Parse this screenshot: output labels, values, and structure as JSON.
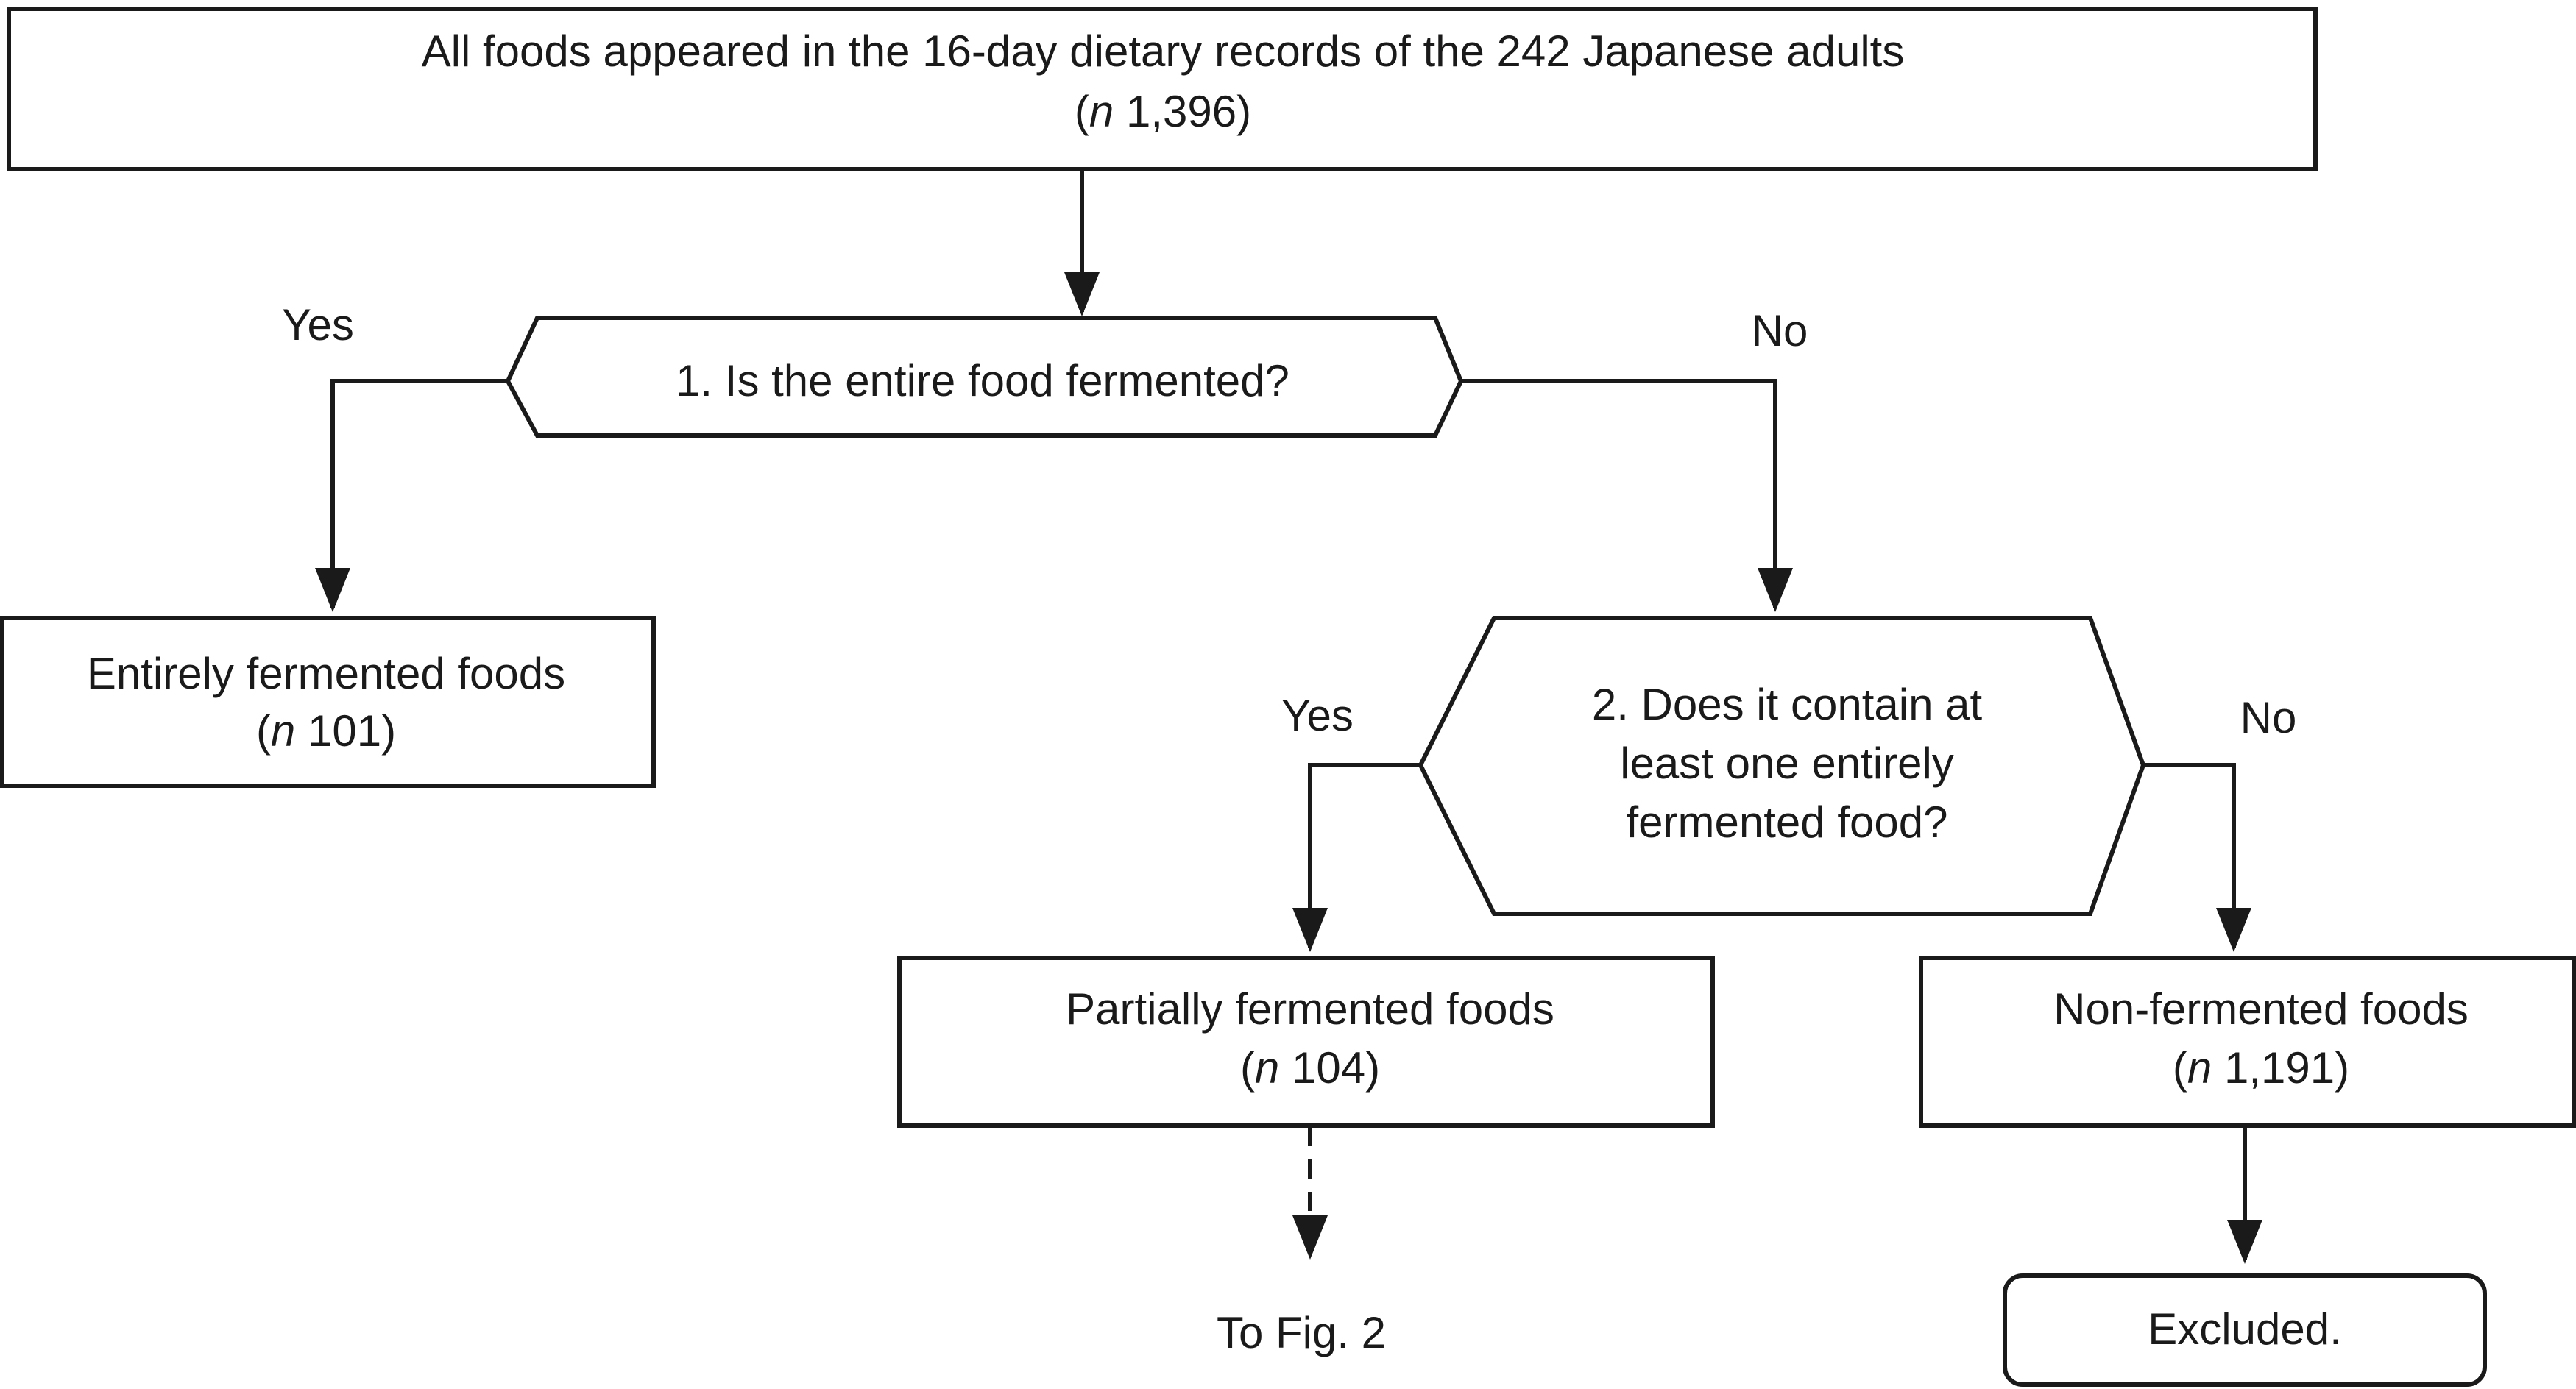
{
  "nodes": {
    "all_foods": {
      "line1": "All foods appeared in the 16-day dietary records of the 242 Japanese adults",
      "n_prefix": "(",
      "n_symbol": "n",
      "n_value": " 1,396)"
    },
    "q1": {
      "text": "1. Is the entire food fermented?"
    },
    "entirely": {
      "line1": "Entirely fermented foods",
      "n_prefix": "(",
      "n_symbol": "n",
      "n_value": " 101)"
    },
    "q2": {
      "line1": "2. Does it contain at",
      "line2": "least one entirely",
      "line3": "fermented food?"
    },
    "partially": {
      "line1": "Partially fermented foods",
      "n_prefix": "(",
      "n_symbol": "n",
      "n_value": " 104)"
    },
    "nonfermented": {
      "line1": "Non-fermented foods",
      "n_prefix": "(",
      "n_symbol": "n",
      "n_value": " 1,191)"
    },
    "excluded": {
      "text": "Excluded."
    },
    "to_fig": {
      "text": "To Fig. 2"
    }
  },
  "edge_labels": {
    "q1_yes": "Yes",
    "q1_no": "No",
    "q2_yes": "Yes",
    "q2_no": "No"
  },
  "colors": {
    "stroke": "#1a1a1a",
    "background": "#ffffff"
  }
}
